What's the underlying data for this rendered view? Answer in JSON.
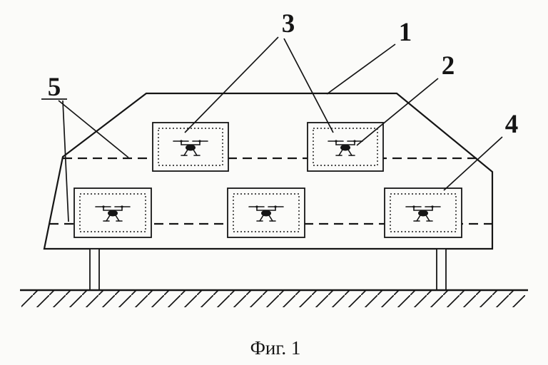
{
  "figure": {
    "caption": "Фиг. 1",
    "labels": {
      "container_body": "1",
      "drone_unit": "2",
      "upper_modules": "3",
      "lower_right_module": "4",
      "shelf_levels": "5"
    },
    "colors": {
      "ink": "#151515",
      "paper": "#fbfbf9"
    }
  }
}
